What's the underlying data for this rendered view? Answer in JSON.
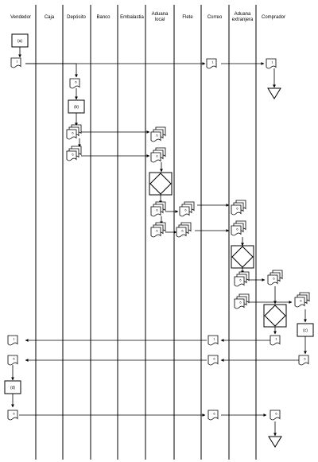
{
  "lanes": [
    {
      "id": "vendedor",
      "label": "Vendedor"
    },
    {
      "id": "caja",
      "label": "Caja"
    },
    {
      "id": "deposito",
      "label": "Depósito"
    },
    {
      "id": "banco",
      "label": "Banco"
    },
    {
      "id": "embalastia",
      "label": "Embalastia"
    },
    {
      "id": "aduana_local",
      "label": [
        "Aduana",
        "local"
      ]
    },
    {
      "id": "flete",
      "label": "Flete"
    },
    {
      "id": "correo",
      "label": "Correo"
    },
    {
      "id": "aduana_extranjera",
      "label": [
        "Aduana",
        "extranjera"
      ]
    },
    {
      "id": "comprador",
      "label": "Comprador"
    }
  ],
  "processes": [
    {
      "id": "p_a",
      "label": "(a)"
    },
    {
      "id": "p_b",
      "label": "(b)"
    },
    {
      "id": "p_c",
      "label": "(c)"
    },
    {
      "id": "p_d",
      "label": "(d)"
    }
  ],
  "document_labels": {
    "single": "1",
    "copies": "6"
  },
  "decisions": [
    {
      "id": "inspection_local"
    },
    {
      "id": "inspection_foreign_1"
    },
    {
      "id": "inspection_foreign_2"
    }
  ],
  "terminals": [
    {
      "id": "file_top"
    },
    {
      "id": "file_bottom"
    }
  ],
  "colors": {
    "line": "#000000",
    "background": "#ffffff"
  }
}
